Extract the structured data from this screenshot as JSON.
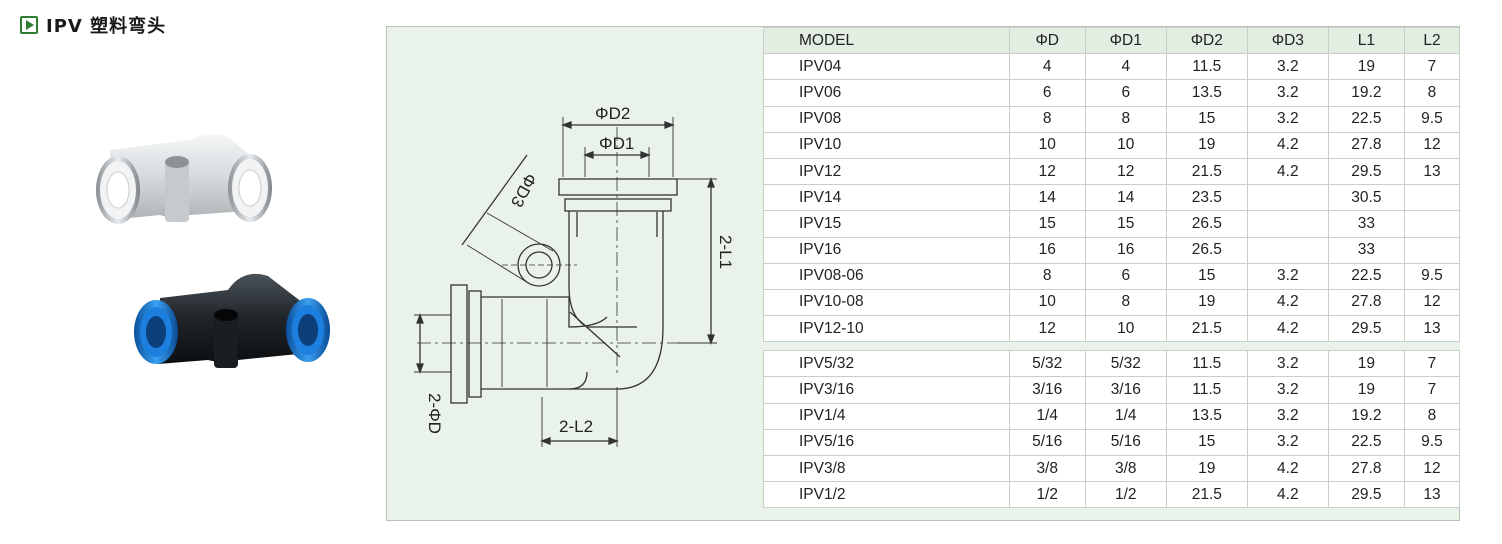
{
  "section": {
    "title": "IPV 塑料弯头"
  },
  "drawing": {
    "labels": {
      "d2": "ΦD2",
      "d1": "ΦD1",
      "d3": "ΦD3",
      "l1": "2-L1",
      "l2": "2-L2",
      "d": "2-ΦD"
    }
  },
  "table": {
    "headers": [
      "MODEL",
      "ΦD",
      "ΦD1",
      "ΦD2",
      "ΦD3",
      "L1",
      "L2"
    ],
    "metric_rows": [
      [
        "IPV04",
        "4",
        "4",
        "11.5",
        "3.2",
        "19",
        "7"
      ],
      [
        "IPV06",
        "6",
        "6",
        "13.5",
        "3.2",
        "19.2",
        "8"
      ],
      [
        "IPV08",
        "8",
        "8",
        "15",
        "3.2",
        "22.5",
        "9.5"
      ],
      [
        "IPV10",
        "10",
        "10",
        "19",
        "4.2",
        "27.8",
        "12"
      ],
      [
        "IPV12",
        "12",
        "12",
        "21.5",
        "4.2",
        "29.5",
        "13"
      ],
      [
        "IPV14",
        "14",
        "14",
        "23.5",
        "",
        "30.5",
        ""
      ],
      [
        "IPV15",
        "15",
        "15",
        "26.5",
        "",
        "33",
        ""
      ],
      [
        "IPV16",
        "16",
        "16",
        "26.5",
        "",
        "33",
        ""
      ],
      [
        "IPV08-06",
        "8",
        "6",
        "15",
        "3.2",
        "22.5",
        "9.5"
      ],
      [
        "IPV10-08",
        "10",
        "8",
        "19",
        "4.2",
        "27.8",
        "12"
      ],
      [
        "IPV12-10",
        "12",
        "10",
        "21.5",
        "4.2",
        "29.5",
        "13"
      ]
    ],
    "inch_rows": [
      [
        "IPV5/32",
        "5/32",
        "5/32",
        "11.5",
        "3.2",
        "19",
        "7"
      ],
      [
        "IPV3/16",
        "3/16",
        "3/16",
        "11.5",
        "3.2",
        "19",
        "7"
      ],
      [
        "IPV1/4",
        "1/4",
        "1/4",
        "13.5",
        "3.2",
        "19.2",
        "8"
      ],
      [
        "IPV5/16",
        "5/16",
        "5/16",
        "15",
        "3.2",
        "22.5",
        "9.5"
      ],
      [
        "IPV3/8",
        "3/8",
        "3/8",
        "19",
        "4.2",
        "27.8",
        "12"
      ],
      [
        "IPV1/2",
        "1/2",
        "1/2",
        "21.5",
        "4.2",
        "29.5",
        "13"
      ]
    ]
  },
  "colors": {
    "accent": "#2e7d32",
    "panel_bg": "#eaf3ea",
    "header_bg": "#e2eee2",
    "fitting_grey": "#d9dcdd",
    "fitting_black": "#1f2428",
    "fitting_blue": "#1f78d1"
  }
}
